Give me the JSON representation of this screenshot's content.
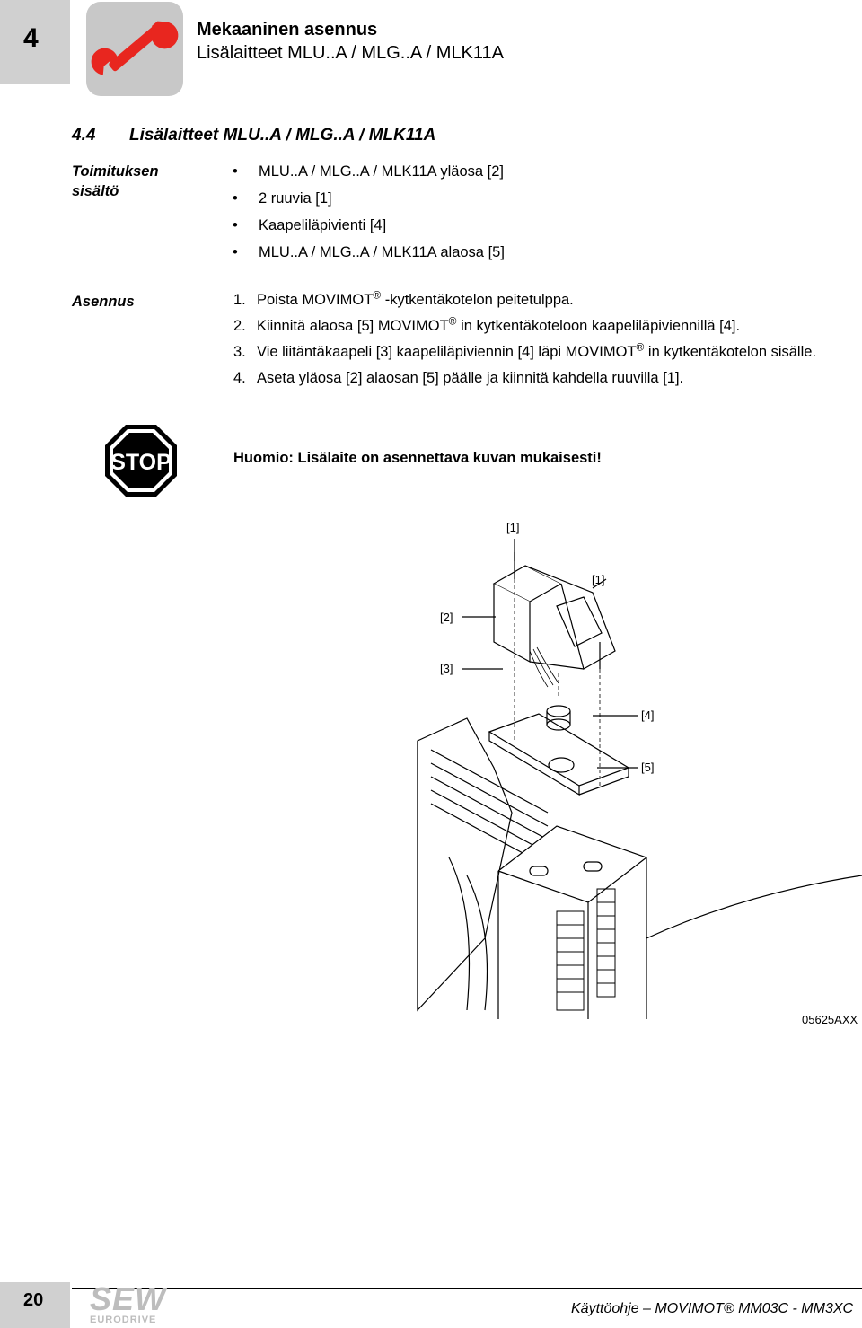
{
  "header": {
    "chapter": "4",
    "title": "Mekaaninen asennus",
    "subtitle": "Lisälaitteet MLU..A / MLG..A / MLK11A"
  },
  "section": {
    "number": "4.4",
    "title": "Lisälaitteet MLU..A / MLG..A / MLK11A"
  },
  "delivery": {
    "label_line1": "Toimituksen",
    "label_line2": "sisältö",
    "items": [
      "MLU..A / MLG..A / MLK11A yläosa [2]",
      "2 ruuvia [1]",
      "Kaapeliläpivienti [4]",
      "MLU..A / MLG..A / MLK11A alaosa [5]"
    ]
  },
  "installation": {
    "label": "Asennus",
    "steps": [
      {
        "num": "1.",
        "pre": "Poista MOVIMOT",
        "sup": "®",
        "post": " -kytkentäkotelon peitetulppa."
      },
      {
        "num": "2.",
        "pre": "Kiinnitä alaosa [5] MOVIMOT",
        "sup": "®",
        "post": " in kytkentäkoteloon kaapeliläpiviennillä [4]."
      },
      {
        "num": "3.",
        "pre": "Vie liitäntäkaapeli [3] kaapeliläpiviennin [4] läpi MOVIMOT",
        "sup": "®",
        "post": " in kytkentäkotelon sisälle."
      },
      {
        "num": "4.",
        "pre": "Aseta yläosa [2] alaosan [5] päälle ja kiinnitä kahdella ruuvilla [1].",
        "sup": "",
        "post": ""
      }
    ]
  },
  "warning": {
    "icon_text": "STOP",
    "text": "Huomio: Lisälaite on asennettava kuvan mukaisesti!"
  },
  "figure": {
    "labels": {
      "l1_top": "[1]",
      "l1_right": "[1]",
      "l2": "[2]",
      "l3": "[3]",
      "l4": "[4]",
      "l5": "[5]"
    },
    "id": "05625AXX"
  },
  "footer": {
    "page": "20",
    "logo_main": "SEW",
    "logo_sub": "EURODRIVE",
    "doc": "Käyttöohje – MOVIMOT® MM03C - MM3XC"
  },
  "colors": {
    "tab_gray": "#d0d0d0",
    "wrench_red": "#e8261f",
    "logo_gray": "#bdbdbd"
  }
}
